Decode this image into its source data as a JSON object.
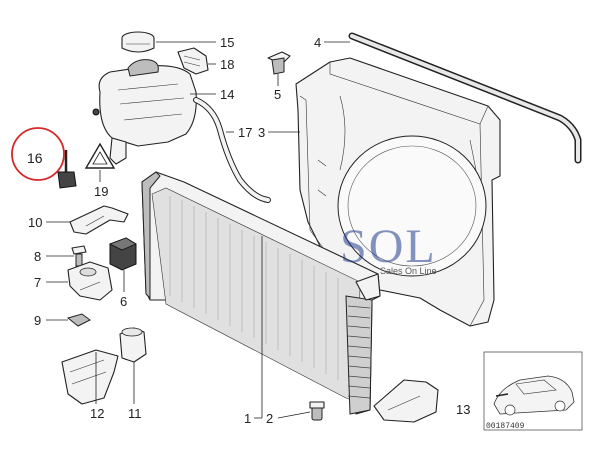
{
  "diagram": {
    "labels": {
      "p1": "1",
      "p2": "2",
      "p3": "3",
      "p4": "4",
      "p5": "5",
      "p6": "6",
      "p7": "7",
      "p8": "8",
      "p9": "9",
      "p10": "10",
      "p11": "11",
      "p12": "12",
      "p13": "13",
      "p14": "14",
      "p15": "15",
      "p16": "16",
      "p17": "17",
      "p18": "18",
      "p19": "19"
    },
    "highlight": {
      "label": "16",
      "color": "#d62828"
    },
    "watermark": {
      "main": "SOL",
      "sub": "Sales On Line",
      "color": "#1f3a8a"
    },
    "catalog_number": "00187409"
  }
}
